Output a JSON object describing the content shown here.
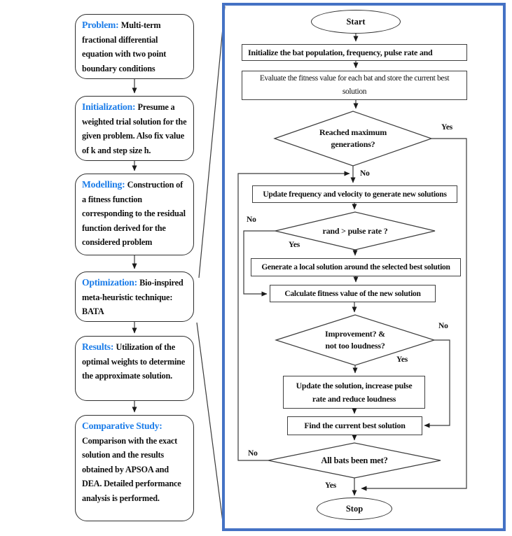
{
  "colors": {
    "accent": "#1b7ce8",
    "panel_border": "#4472c4",
    "line": "#3a3a3a"
  },
  "left_steps": [
    {
      "header": "Problem:",
      "body": "Multi-term fractional differential equation with two point boundary conditions"
    },
    {
      "header": "Initialization:",
      "body": "Presume a weighted trial solution for the given problem.  Also fix value of k and step size h."
    },
    {
      "header": "Modelling:",
      "body": "Construction of a fitness function corresponding to the residual function derived for the considered problem"
    },
    {
      "header": "Optimization:",
      "body": "Bio-inspired meta-heuristic technique: BATA"
    },
    {
      "header": "Results:",
      "body": "Utilization of the optimal weights to determine the approximate solution."
    },
    {
      "header": "Comparative Study:",
      "body": "Comparison with the exact solution and the results obtained by APSOA and DEA. Detailed performance analysis is performed."
    }
  ],
  "flowchart": {
    "start": "Start",
    "init": "Initialize the bat population, frequency, pulse rate and",
    "evaluate_lines": [
      "Evaluate the fitness value for each bat and store the current best",
      "solution"
    ],
    "decision_max_lines": [
      "Reached maximum",
      "generations?"
    ],
    "update_freq": "Update frequency and velocity to generate new solutions",
    "decision_rand": "rand > pulse rate ?",
    "generate_local": "Generate a local solution around the selected best solution",
    "calc_fitness": "Calculate fitness value of the new solution",
    "decision_improve_lines": [
      "Improvement? &",
      "not too loudness?"
    ],
    "update_solution_lines": [
      "Update the solution, increase pulse",
      "rate and reduce loudness"
    ],
    "find_best": "Find the current best solution",
    "decision_allbats": "All bats been met?",
    "stop": "Stop",
    "labels": {
      "yes": "Yes",
      "no": "No"
    }
  }
}
